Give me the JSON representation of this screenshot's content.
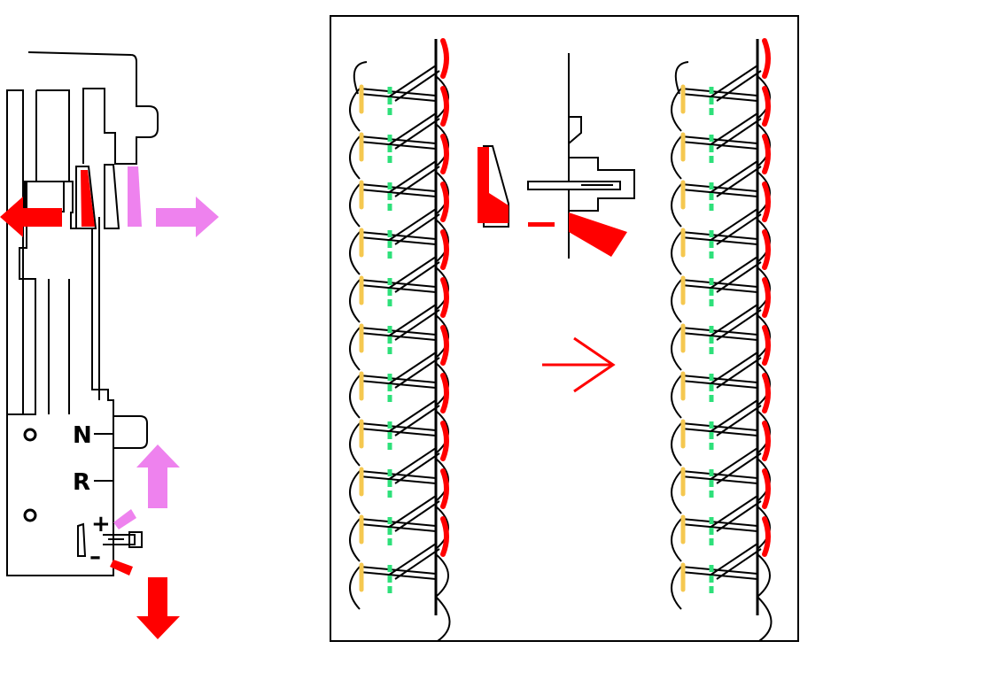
{
  "control_panel": {
    "labels": {
      "n": "N",
      "r": "R",
      "plus": "+",
      "minus": "–"
    }
  },
  "colors": {
    "red": "#ff0000",
    "pink": "#ee82ee",
    "yellow": "#f5c850",
    "green": "#2ee07a",
    "outline": "#000000",
    "background": "#ffffff"
  },
  "icons": {
    "arrow_left": "arrow-left-icon",
    "arrow_right": "arrow-right-icon",
    "arrow_up": "arrow-up-icon",
    "arrow_down": "arrow-down-icon",
    "transition": "transition-arrow-icon"
  },
  "inset": {
    "stitch_columns": 2,
    "stitch_rows_per_column": 11,
    "marker_colors": [
      "yellow",
      "green",
      "red"
    ]
  }
}
